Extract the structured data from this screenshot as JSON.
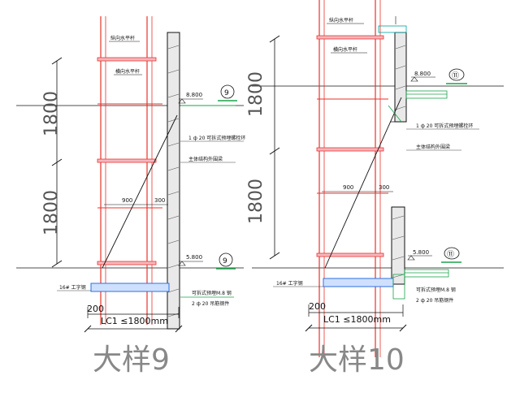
{
  "colors": {
    "red": "#e8332a",
    "dark_red": "#b3261e",
    "black": "#111111",
    "green": "#1aa34a",
    "blue": "#2f6fe0",
    "light_blue": "#cfe0ff",
    "pink_fill": "#f6b8c0",
    "wall_fill": "#e9e9e9",
    "cyan": "#00a0a0"
  },
  "detail9": {
    "title": "大样9",
    "labels": {
      "longitudinal_bar": "纵向水平杆",
      "transverse_bar": "横向水平杆",
      "dim_1800_top": "1800",
      "dim_1800_bottom": "1800",
      "dim_900": "900",
      "dim_300": "300",
      "elev_top": "8.800",
      "elev_bottom": "5.800",
      "axis_marker_top": "9",
      "axis_marker_bottom": "9",
      "rebar_ring": "1 ф 20 可拆式预埋螺栓环",
      "tie_to_structure": "主体结构外围梁",
      "i_beam": "16# 工字钢",
      "rebar_note_1": "可拆式预埋M.8 钢",
      "rebar_note_2": "2 ф 20 吊筋钢件",
      "dim_200": "200",
      "lc1": "LC1 ≤1800mm"
    }
  },
  "detail10": {
    "title": "大样10",
    "labels": {
      "longitudinal_bar": "纵向水平杆",
      "transverse_bar": "横向水平杆",
      "dim_1800_top": "1800",
      "dim_1800_bottom": "1800",
      "dim_900": "900",
      "dim_300": "300",
      "elev_top": "8.800",
      "elev_bottom": "5.800",
      "axis_marker_top": "⑪",
      "axis_marker_bottom": "⑪",
      "rebar_ring": "1 ф 20 可拆式预埋螺栓环",
      "tie_to_structure": "主体结构外围梁",
      "i_beam": "16# 工字钢",
      "rebar_note_1": "可拆式预埋M.8 钢",
      "rebar_note_2": "2 ф 20 吊筋钢件",
      "dim_200": "200",
      "lc1": "LC1 ≤1800mm"
    }
  }
}
